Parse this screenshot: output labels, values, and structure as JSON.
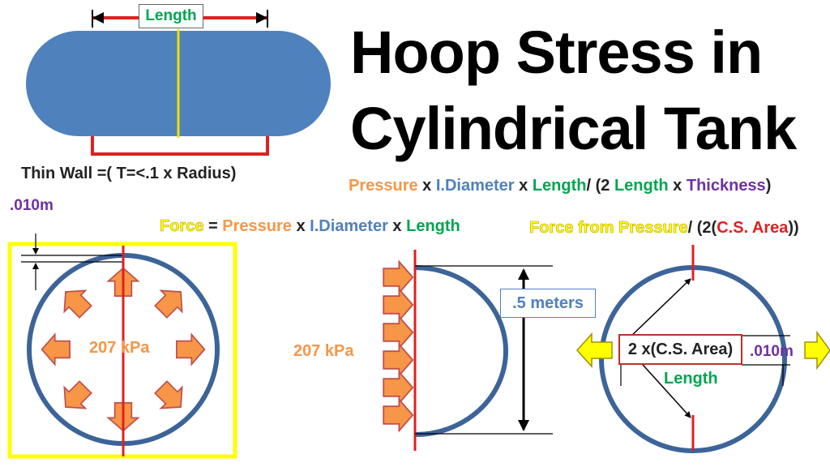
{
  "title": {
    "line1": "Hoop Stress in",
    "line2": "Cylindrical Tank"
  },
  "tank_view": {
    "length_label": "Length"
  },
  "thin_wall_rule": "Thin Wall =( T=<.1 x Radius)",
  "wall_thickness_label": ".010m",
  "stress_formula": {
    "pressure": "Pressure",
    "x1": " x ",
    "diameter": "I.Diameter",
    "x2": " x ",
    "length": "Length",
    "sep": "/ (2 ",
    "length2": "Length",
    "x3": " x ",
    "thickness": "Thickness",
    "close": ")"
  },
  "force_formula": {
    "force": "Force",
    "eq": " = ",
    "pressure": "Pressure",
    "x1": " x ",
    "diameter": "I.Diameter",
    "x2": " x ",
    "length": "Length"
  },
  "force_area_formula": {
    "force": "Force from Pressure",
    "sep": "/ (2(",
    "area": "C.S. Area",
    "close": "))"
  },
  "pressure_left": "207 kPa",
  "pressure_middle": "207 kPa",
  "diameter_label": ".5 meters",
  "cross_section": {
    "area_label": "2 x(C.S. Area)",
    "thickness_label": ".010m",
    "length_label": "Length"
  },
  "colors": {
    "tank_fill": "#4f81bd",
    "ring_stroke": "#3c6499",
    "arrow_fill": "#f79646",
    "arrow_stroke": "#c0504d",
    "red_line": "#e02020",
    "yellow": "#ffff00",
    "yellow_line": "#f0e000"
  }
}
